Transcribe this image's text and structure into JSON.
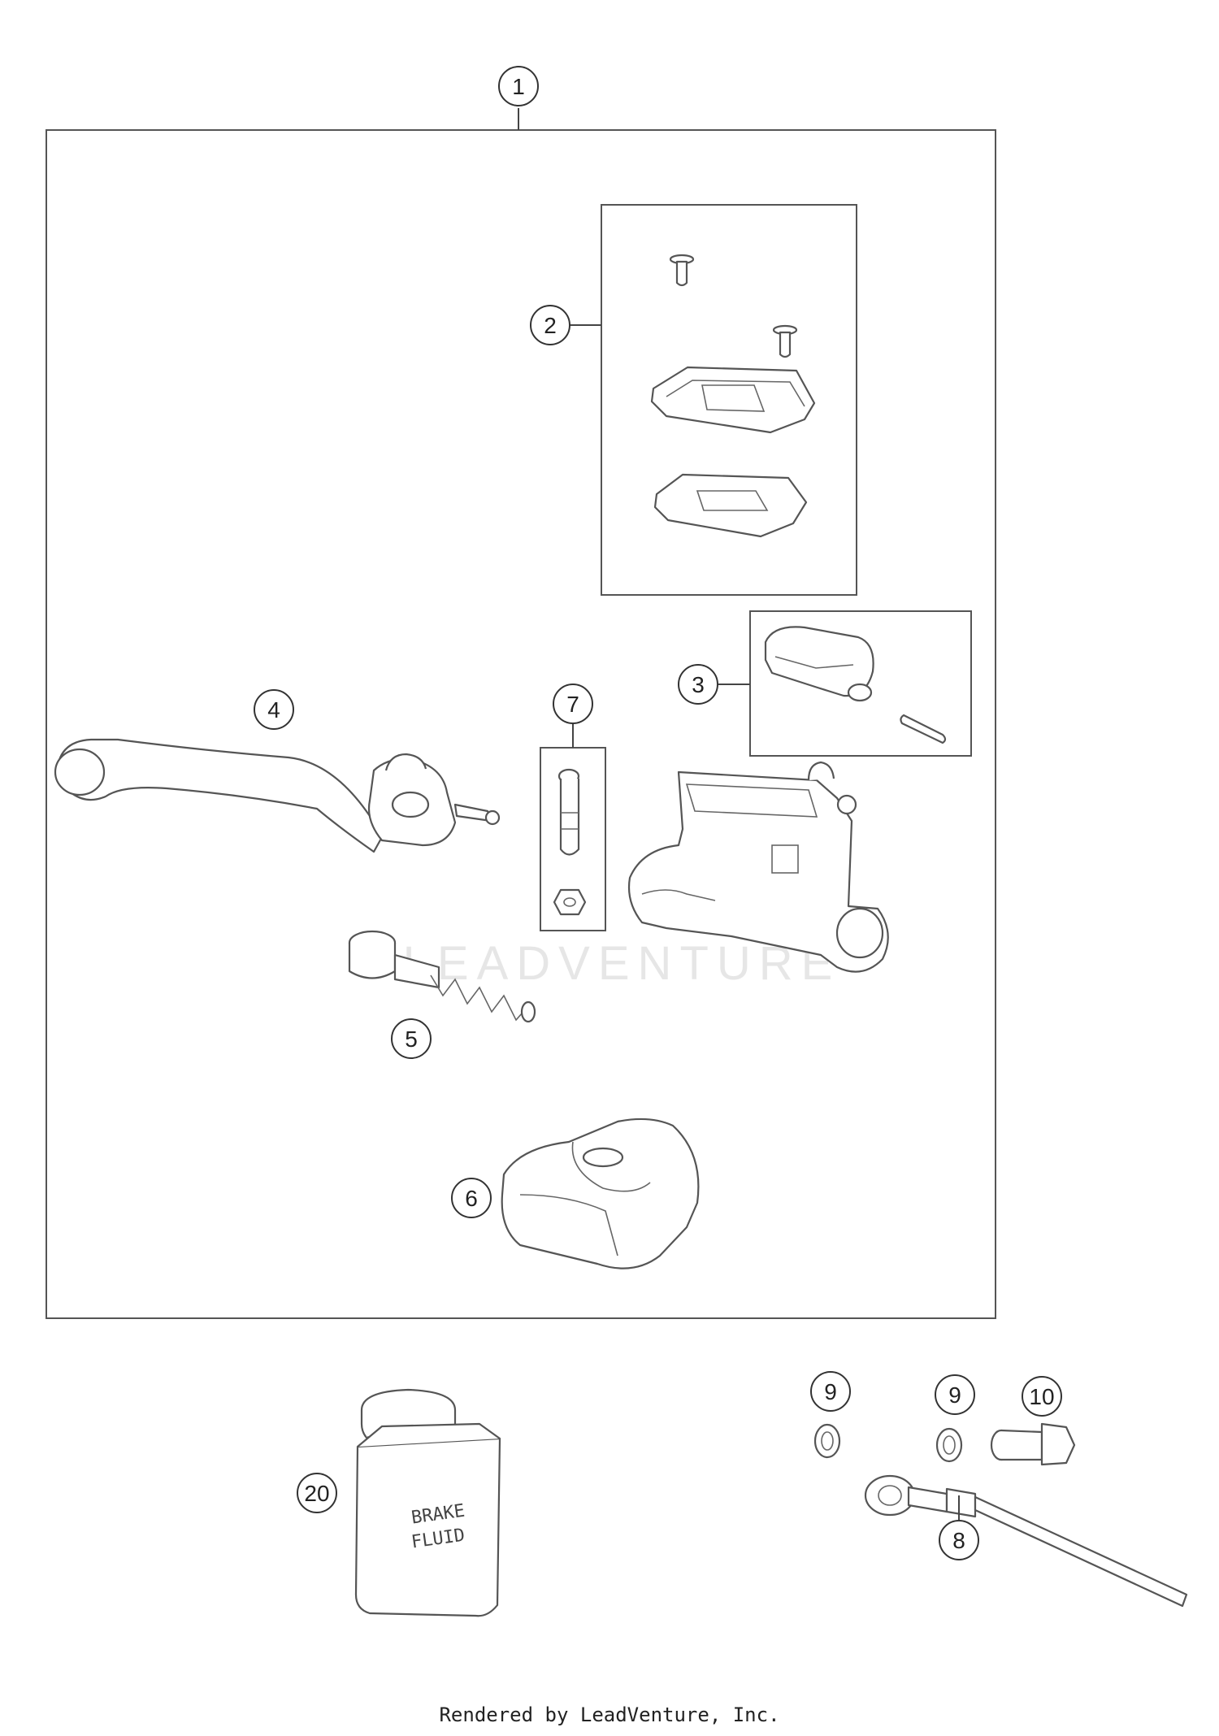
{
  "callouts": [
    {
      "id": "c1",
      "label": "1"
    },
    {
      "id": "c2",
      "label": "2"
    },
    {
      "id": "c3",
      "label": "3"
    },
    {
      "id": "c4",
      "label": "4"
    },
    {
      "id": "c5",
      "label": "5"
    },
    {
      "id": "c6",
      "label": "6"
    },
    {
      "id": "c7",
      "label": "7"
    },
    {
      "id": "c8",
      "label": "8"
    },
    {
      "id": "c9a",
      "label": "9"
    },
    {
      "id": "c9b",
      "label": "9"
    },
    {
      "id": "c10",
      "label": "10"
    },
    {
      "id": "c20",
      "label": "20"
    }
  ],
  "can_label": {
    "line1": "BRAKE",
    "line2": "FLUID"
  },
  "watermark": "LEADVENTURE",
  "footer": "Rendered by LeadVenture, Inc."
}
